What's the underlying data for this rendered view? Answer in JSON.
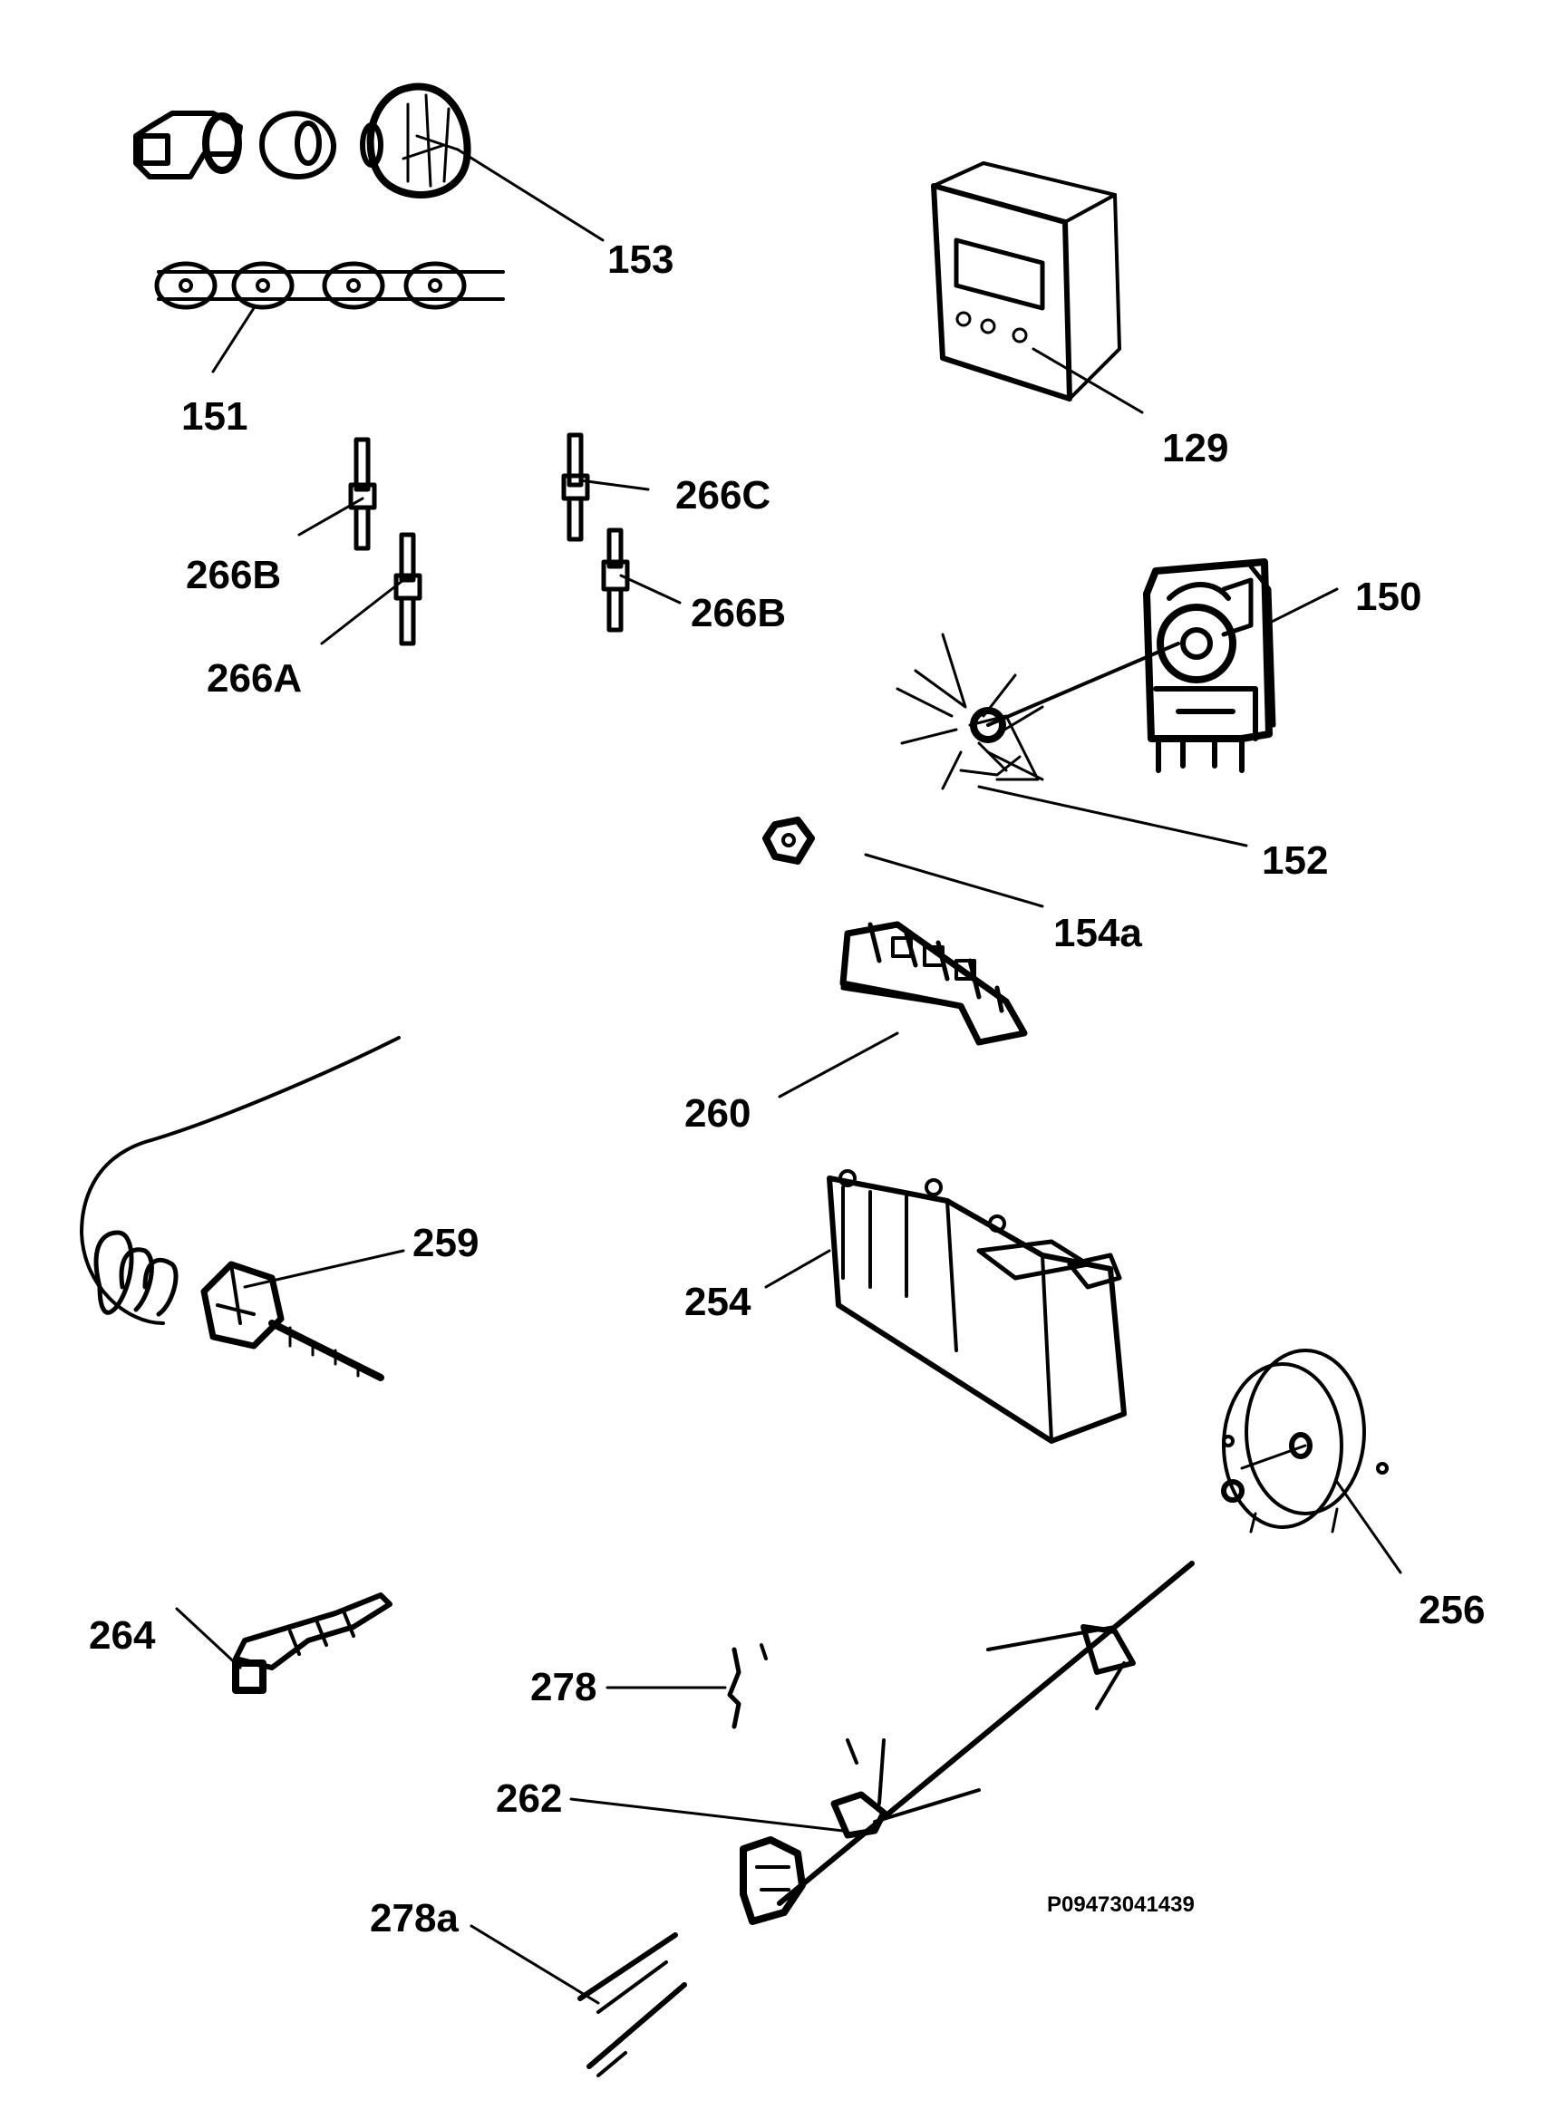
{
  "callouts": {
    "p153": "153",
    "p151": "151",
    "p129": "129",
    "p266c": "266C",
    "p266b_left": "266B",
    "p266b_right": "266B",
    "p266a": "266A",
    "p150": "150",
    "p152": "152",
    "p154a": "154a",
    "p260": "260",
    "p259": "259",
    "p254": "254",
    "p256": "256",
    "p264": "264",
    "p278": "278",
    "p262": "262",
    "p278a": "278a"
  },
  "reference_code": "P09473041439",
  "colors": {
    "ink": "#000000",
    "paper": "#ffffff"
  }
}
